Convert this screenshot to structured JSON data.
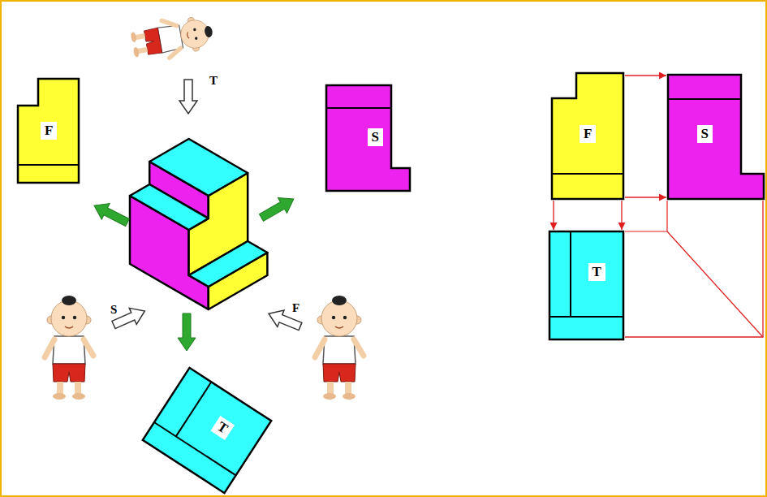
{
  "diagram": {
    "nodes": [
      {
        "text": [
          "F"
        ]
      },
      {
        "text": [
          "S"
        ]
      },
      {
        "text": [
          "F"
        ]
      },
      {
        "text": [
          "S"
        ]
      },
      {
        "text": [
          "T"
        ]
      },
      {
        "text": [
          "T"
        ]
      }
    ],
    "edges": [
      {
        "from": 2,
        "to": 3,
        "arrow": "to"
      },
      {
        "from": 2,
        "to": 3,
        "arrow": "to"
      },
      {
        "from": 2,
        "to": 4,
        "arrow": "to"
      },
      {
        "from": 2,
        "to": 4,
        "arrow": "to"
      },
      {
        "from": 3,
        "to": 4,
        "arrow": "none"
      }
    ],
    "labels": [
      "T",
      "S",
      "F"
    ]
  }
}
